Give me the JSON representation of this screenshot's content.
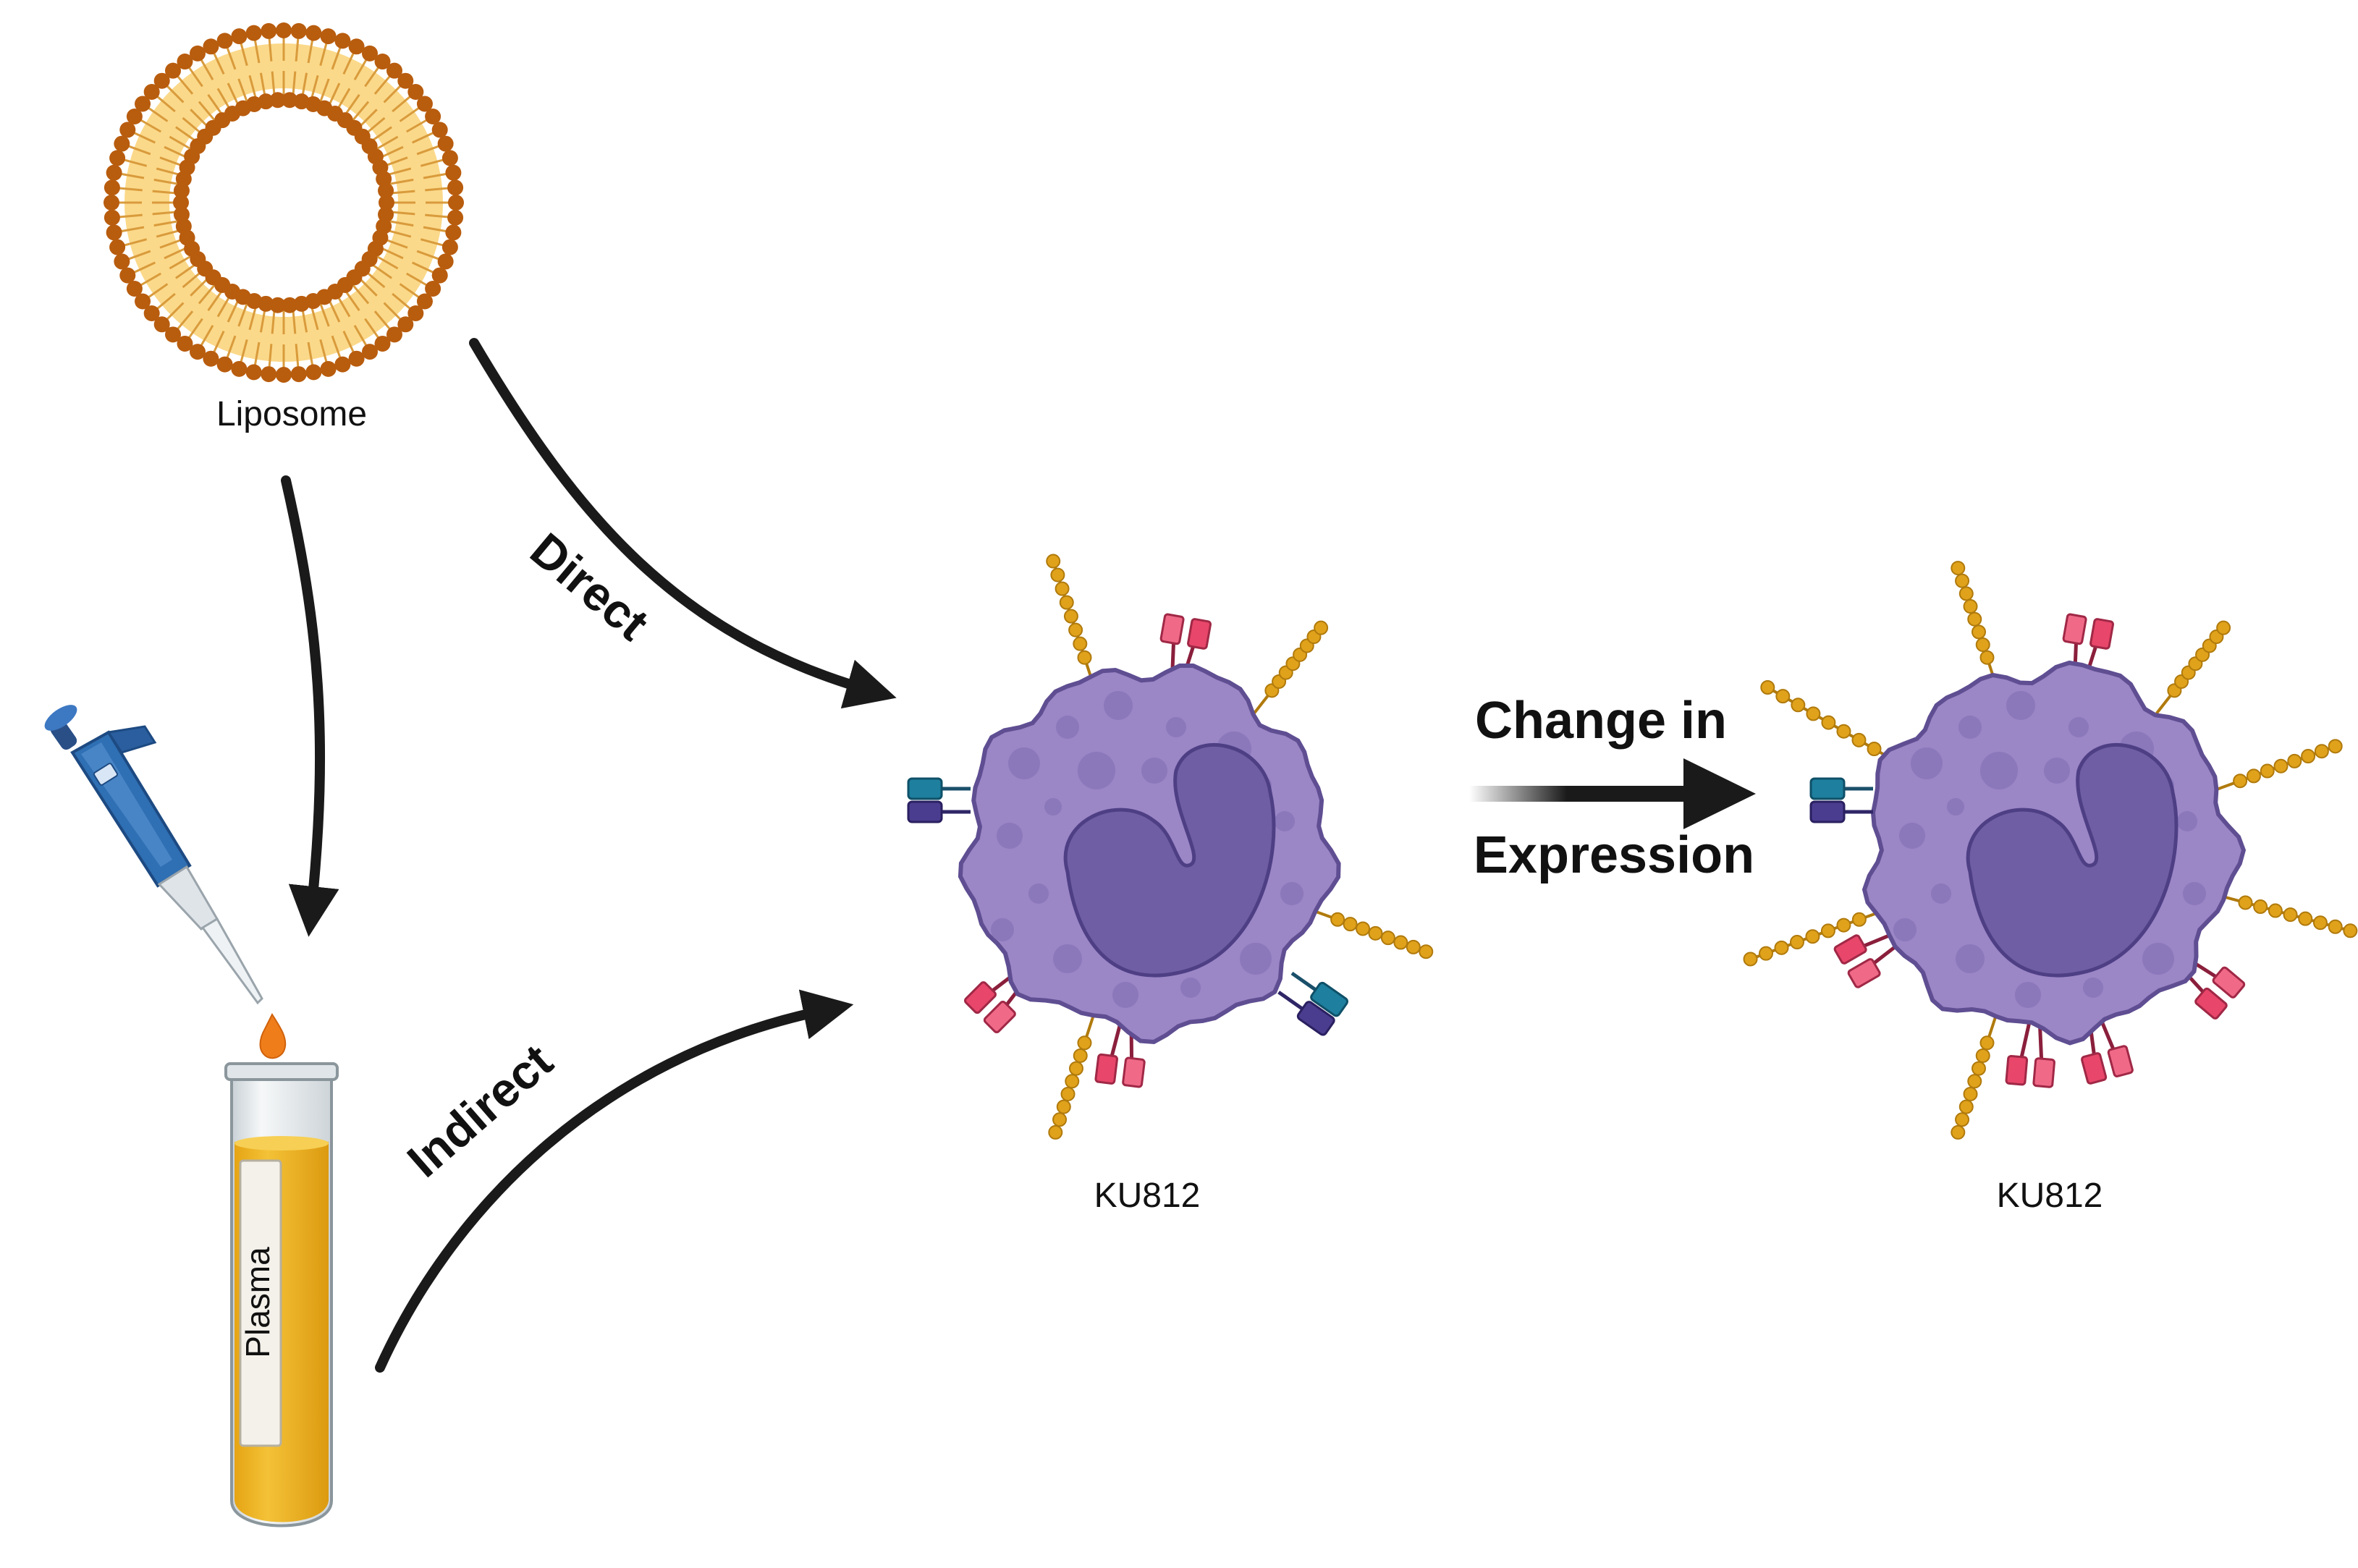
{
  "labels": {
    "liposome": "Liposome",
    "plasma": "Plasma",
    "direct": "Direct",
    "indirect": "Indirect",
    "change_line1": "Change in",
    "change_line2": "Expression",
    "cell_left": "KU812",
    "cell_right": "KU812"
  },
  "colors": {
    "lipid_head": "#b85c0e",
    "lipid_fill": "#fbd98a",
    "arrow": "#1a1a1a",
    "cell_body": "#9b86c6",
    "cell_edge": "#5f4e92",
    "nucleus": "#6f5ea3",
    "granule": "#8775b8",
    "bead": "#e0a21b",
    "bead_edge": "#b07a0c",
    "red_receptor": "#e8466a",
    "teal_receptor": "#1e7f9e",
    "purple_receptor": "#4a3d8f",
    "plasma": "#efb21f",
    "tube_glass": "#e9eef0",
    "pipette_blue": "#2f6fb3",
    "drop": "#ef7d1a"
  }
}
